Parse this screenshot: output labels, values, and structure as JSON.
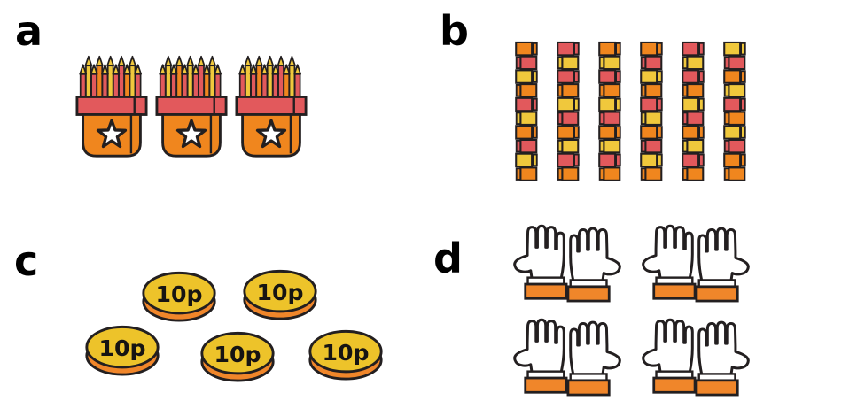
{
  "sections": {
    "a": {
      "label": "a",
      "item": "pencil-pots",
      "pot_count": 3,
      "pencils_per_pot": 11,
      "pencil_shaft_colors": [
        "red",
        "yellow",
        "red",
        "orange",
        "red",
        "yellow",
        "red",
        "red",
        "orange",
        "yellow",
        "red"
      ]
    },
    "b": {
      "label": "b",
      "item": "cube-towers",
      "tower_count": 6,
      "cubes_per_tower": 10,
      "towers": [
        [
          "orange",
          "red",
          "yellow",
          "orange",
          "red",
          "yellow",
          "orange",
          "red",
          "yellow",
          "orange"
        ],
        [
          "red",
          "yellow",
          "red",
          "orange",
          "yellow",
          "red",
          "orange",
          "yellow",
          "red",
          "orange"
        ],
        [
          "orange",
          "yellow",
          "red",
          "orange",
          "yellow",
          "red",
          "orange",
          "yellow",
          "red",
          "orange"
        ],
        [
          "orange",
          "red",
          "yellow",
          "orange",
          "red",
          "yellow",
          "orange",
          "red",
          "yellow",
          "orange"
        ],
        [
          "red",
          "yellow",
          "red",
          "orange",
          "yellow",
          "red",
          "orange",
          "yellow",
          "red",
          "orange"
        ],
        [
          "yellow",
          "red",
          "orange",
          "yellow",
          "red",
          "orange",
          "yellow",
          "red",
          "orange",
          "orange"
        ]
      ]
    },
    "c": {
      "label": "c",
      "item": "coins",
      "coin_count": 5,
      "coin_label": "10p"
    },
    "d": {
      "label": "d",
      "item": "hand-pairs",
      "pair_count": 4,
      "hands_per_pair": 2
    }
  },
  "colors": {
    "orange": "#f0861e",
    "red": "#e2595c",
    "yellow": "#f0c83c",
    "coin_gold": "#edc32a",
    "coin_edge": "#f0862a",
    "cuff_orange": "#f0862a",
    "hand_white": "#ffffff",
    "star_white": "#ffffff",
    "outline": "#231f20",
    "label_black": "#000000"
  }
}
